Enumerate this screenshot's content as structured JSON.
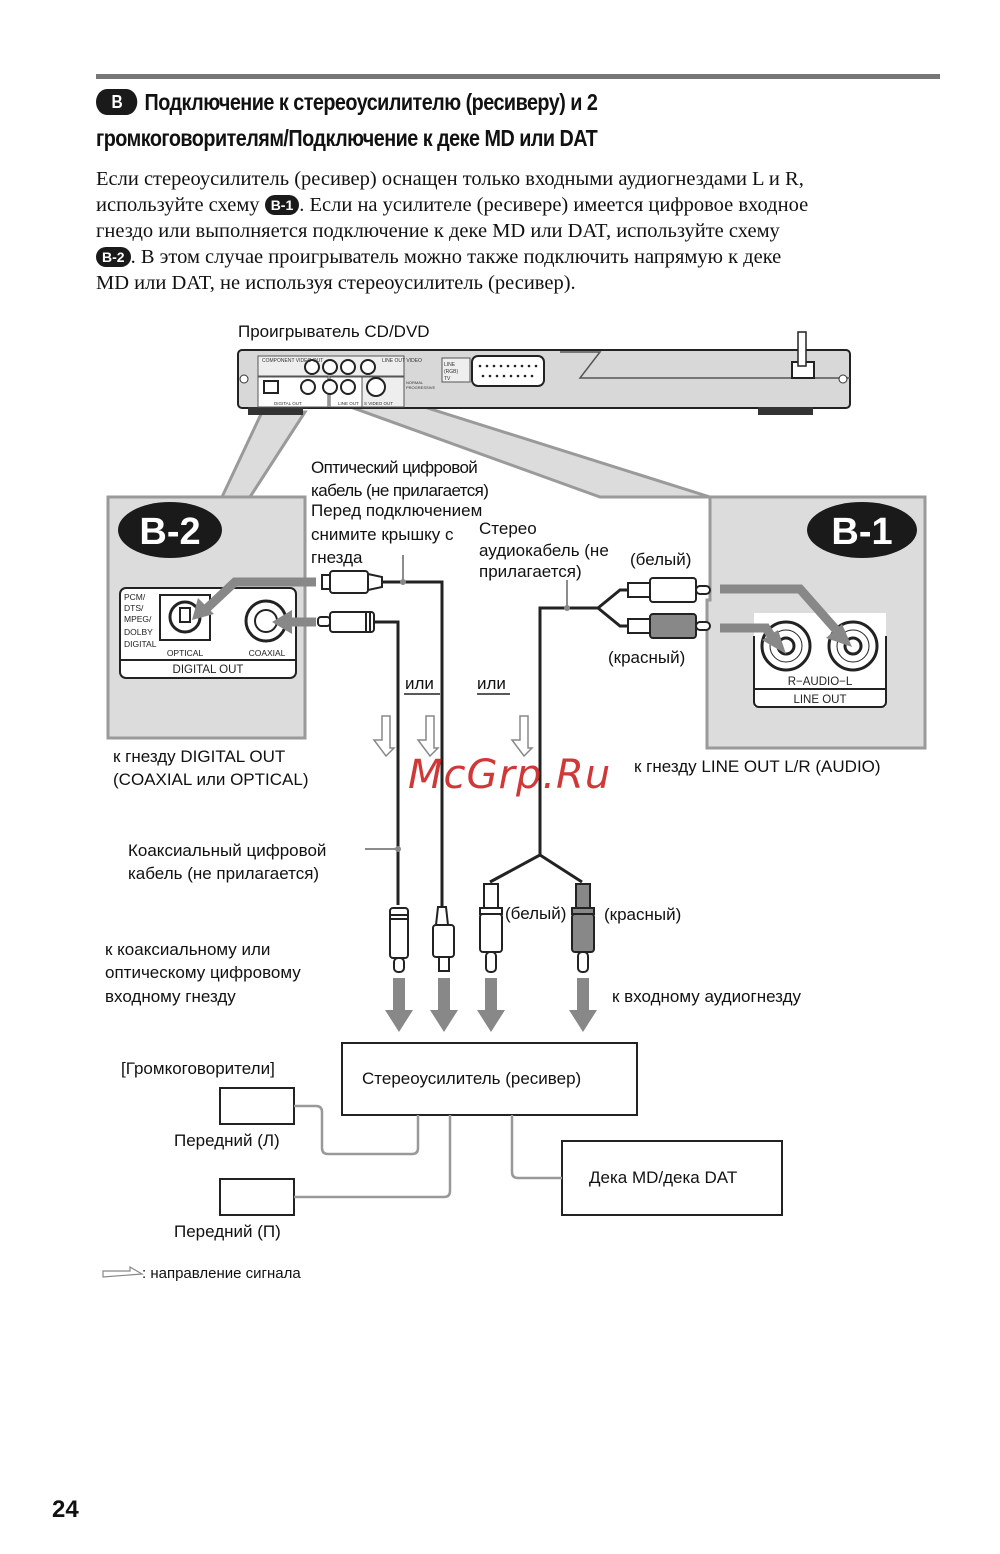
{
  "section": {
    "badge": "B",
    "title_line1": "Подключение к стереоусилителю (ресиверу) и 2",
    "title_line2": "громкоговорителям/Подключение к деке MD или DAT"
  },
  "intro": {
    "p1": "Если стереоусилитель (ресивер) оснащен только входными аудиогнездами L и R,",
    "p2a": "используйте схему ",
    "p2_badge": "B-1",
    "p2b": ". Если на усилителе (ресивере) имеется цифровое входное",
    "p3": "гнездо или выполняется подключение к деке MD или DAT, используйте схему",
    "p4_badge": "B-2",
    "p4b": ". В этом случае проигрыватель можно также подключить напрямую к деке",
    "p5": "MD или DAT, не используя стереоусилитель (ресивер)."
  },
  "diagram": {
    "player_label": "Проигрыватель CD/DVD",
    "player_panel": {
      "component_video_out": "COMPONENT VIDEO OUT",
      "line_out_video": "LINE OUT VIDEO",
      "line_rgb_tv": [
        "LINE",
        "(RGB)",
        "TV"
      ],
      "normal_progressive": [
        "NORMAL",
        "PROGRESSIVE"
      ],
      "digital_out": "DIGITAL OUT",
      "line_out": "LINE OUT",
      "s_video_out": "S VIDEO OUT"
    },
    "b2": {
      "badge": "B-2",
      "formats": [
        "PCM/",
        "DTS/",
        "MPEG/",
        "DOLBY",
        "DIGITAL"
      ],
      "optical": "OPTICAL",
      "coaxial": "COAXIAL",
      "digital_out": "DIGITAL OUT",
      "caption_line1": "к гнезду DIGITAL OUT",
      "caption_line2": "(COAXIAL или OPTICAL)"
    },
    "b1": {
      "badge": "B-1",
      "audio_label": "R−AUDIO−L",
      "line_out": "LINE OUT",
      "caption": "к гнезду LINE OUT L/R (AUDIO)"
    },
    "optical_cable": [
      "Оптический цифровой",
      "кабель (не прилагается)",
      "Перед подключением",
      "снимите крышку с",
      "гнезда"
    ],
    "stereo_cable": [
      "Стерео",
      "аудиокабель (не",
      "прилагается)"
    ],
    "white_top": "(белый)",
    "red_top": "(красный)",
    "or1": "или",
    "or2": "или",
    "coax_cable": [
      "Коаксиальный цифровой",
      "кабель (не прилагается)"
    ],
    "white_bottom": "(белый)",
    "red_bottom": "(красный)",
    "to_digital_in": [
      "к коаксиальному или",
      "оптическому цифровому",
      "входному гнезду"
    ],
    "to_audio_in": "к входному аудиогнезду",
    "speakers_label": "[Громкоговорители]",
    "amp": "Стереоусилитель (ресивер)",
    "front_left": "Передний (Л)",
    "front_right": "Передний (П)",
    "deck": "Дека MD/дека DAT",
    "legend": ": направление сигнала"
  },
  "watermark": "McGrp.Ru",
  "page_number": "24"
}
